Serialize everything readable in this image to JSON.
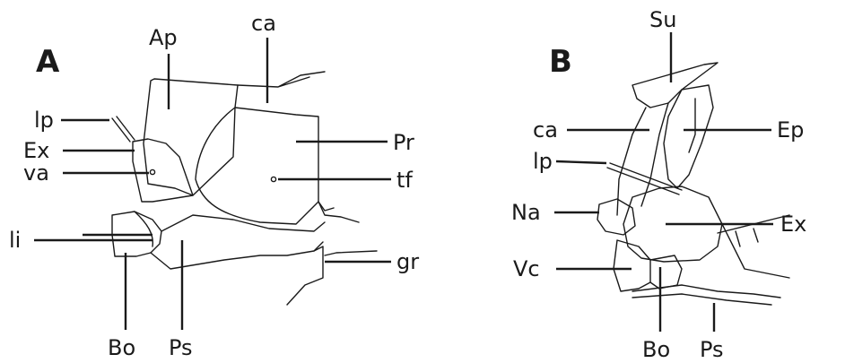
{
  "panels": {
    "A": {
      "letter": "A",
      "labels": {
        "ap": "Ap",
        "ca": "ca",
        "lp": "lp",
        "ex": "Ex",
        "va": "va",
        "pr": "Pr",
        "tf": "tf",
        "li": "li",
        "gr": "gr",
        "bo": "Bo",
        "ps": "Ps"
      }
    },
    "B": {
      "letter": "B",
      "labels": {
        "su": "Su",
        "ca": "ca",
        "ep": "Ep",
        "lp": "lp",
        "na": "Na",
        "ex": "Ex",
        "vc": "Vc",
        "bo": "Bo",
        "ps": "Ps"
      }
    }
  }
}
